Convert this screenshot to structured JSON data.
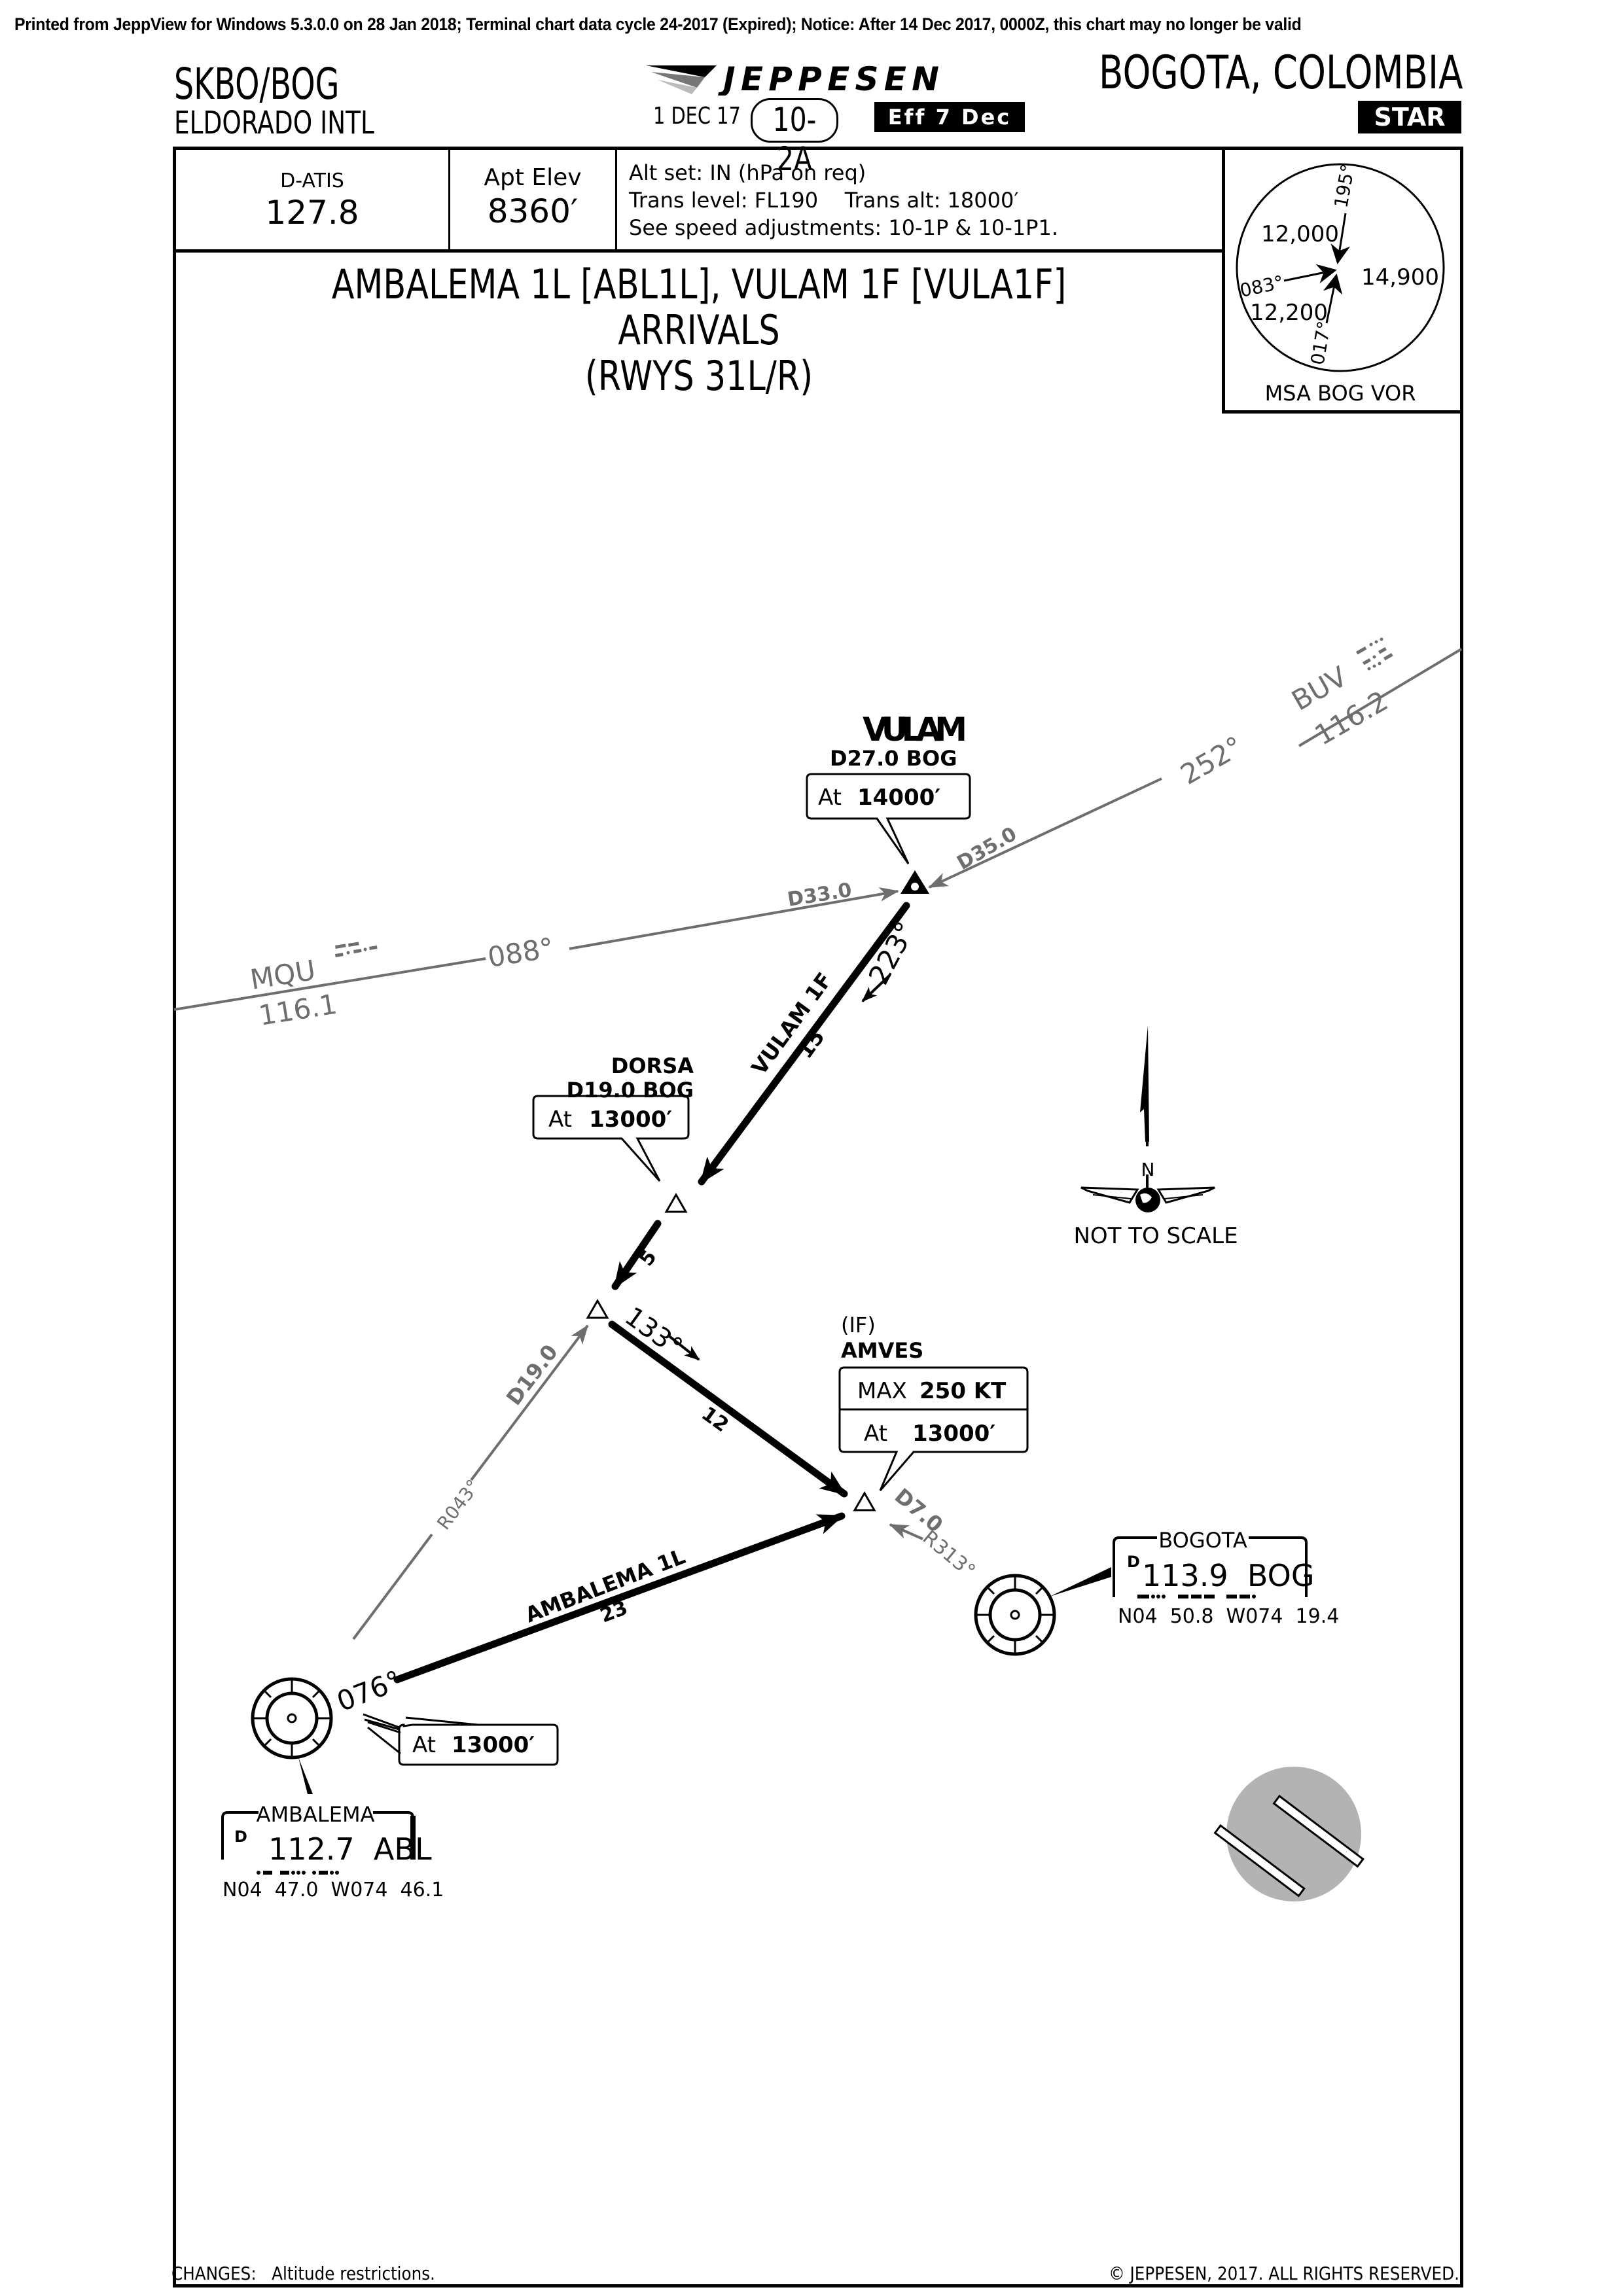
{
  "print_notice": "Printed from JeppView for Windows 5.3.0.0 on 28 Jan 2018; Terminal chart data cycle 24-2017 (Expired); Notice: After 14 Dec 2017, 0000Z, this chart may no longer be valid",
  "header": {
    "ident": "SKBO/BOG",
    "airport_name": "ELDORADO INTL",
    "brand": "JEPPESEN",
    "chart_date": "1 DEC 17",
    "chart_number": "10-2A",
    "effective": "Eff 7 Dec",
    "location": "BOGOTA, COLOMBIA",
    "chart_type": "STAR"
  },
  "info_row": {
    "datis_label": "D-ATIS",
    "datis_freq": "127.8",
    "elev_label": "Apt Elev",
    "elev_value": "8360′",
    "notes": [
      "Alt set: IN (hPa on req)",
      "Trans level: FL190    Trans alt: 18000′",
      "See speed adjustments: 10-1P & 10-1P1."
    ]
  },
  "msa": {
    "label": "MSA BOG VOR",
    "sectors": [
      {
        "altitude": "12,000"
      },
      {
        "altitude": "14,900"
      },
      {
        "altitude": "12,200"
      }
    ],
    "bearings": [
      "195°",
      "083°",
      "017°"
    ]
  },
  "procedure_title": {
    "line1": "AMBALEMA 1L [ABL1L], VULAM 1F [VULA1F]",
    "line2": "ARRIVALS",
    "line3": "(RWYS 31L/R)"
  },
  "fixes": {
    "vulam": {
      "name": "VULAM",
      "dme": "D27.0 BOG",
      "alt_prefix": "At",
      "alt_value": "14000′"
    },
    "dorsa": {
      "name": "DORSA",
      "dme": "D19.0 BOG",
      "alt_prefix": "At",
      "alt_value": "13000′"
    },
    "amves": {
      "role": "(IF)",
      "name": "AMVES",
      "speed_prefix": "MAX",
      "speed_value": "250 KT",
      "alt_prefix": "At",
      "alt_value": "13000′"
    }
  },
  "navaids": {
    "mqu": {
      "ident": "MQU",
      "freq": "116.1",
      "radial": "088°",
      "dme": "D33.0"
    },
    "buv": {
      "ident": "BUV",
      "freq": "116.2",
      "radial": "252°",
      "dme": "D35.0"
    },
    "bogota": {
      "name": "BOGOTA",
      "d_mark": "D",
      "freq_ident": "113.9  BOG",
      "coords": "N04  50.8  W074  19.4",
      "radial": "R313°",
      "dme": "D7.0"
    },
    "ambalema": {
      "name": "AMBALEMA",
      "d_mark": "D",
      "freq_ident": "112.7  ABL",
      "coords": "N04  47.0  W074  46.1",
      "radial": "R043°",
      "dme": "D19.0",
      "alt_prefix": "At",
      "alt_value": "13000′"
    }
  },
  "legs": {
    "vulam_dorsa": {
      "name": "VULAM 1F",
      "track": "223°",
      "distance": "15"
    },
    "dorsa_fix": {
      "distance": "5"
    },
    "fix_amves": {
      "track": "133°",
      "distance": "12"
    },
    "abl_amves": {
      "name": "AMBALEMA 1L",
      "track": "076°",
      "distance": "23"
    }
  },
  "north_arrow": {
    "label": "N",
    "scale_note": "NOT TO SCALE"
  },
  "footer": {
    "changes_label": "CHANGES:",
    "changes_text": "Altitude restrictions.",
    "copyright": "© JEPPESEN, 2017. ALL RIGHTS RESERVED."
  },
  "colors": {
    "ink": "#000000",
    "reference_gray": "#6e6e6e",
    "airport_gray": "#b3b3b3"
  }
}
